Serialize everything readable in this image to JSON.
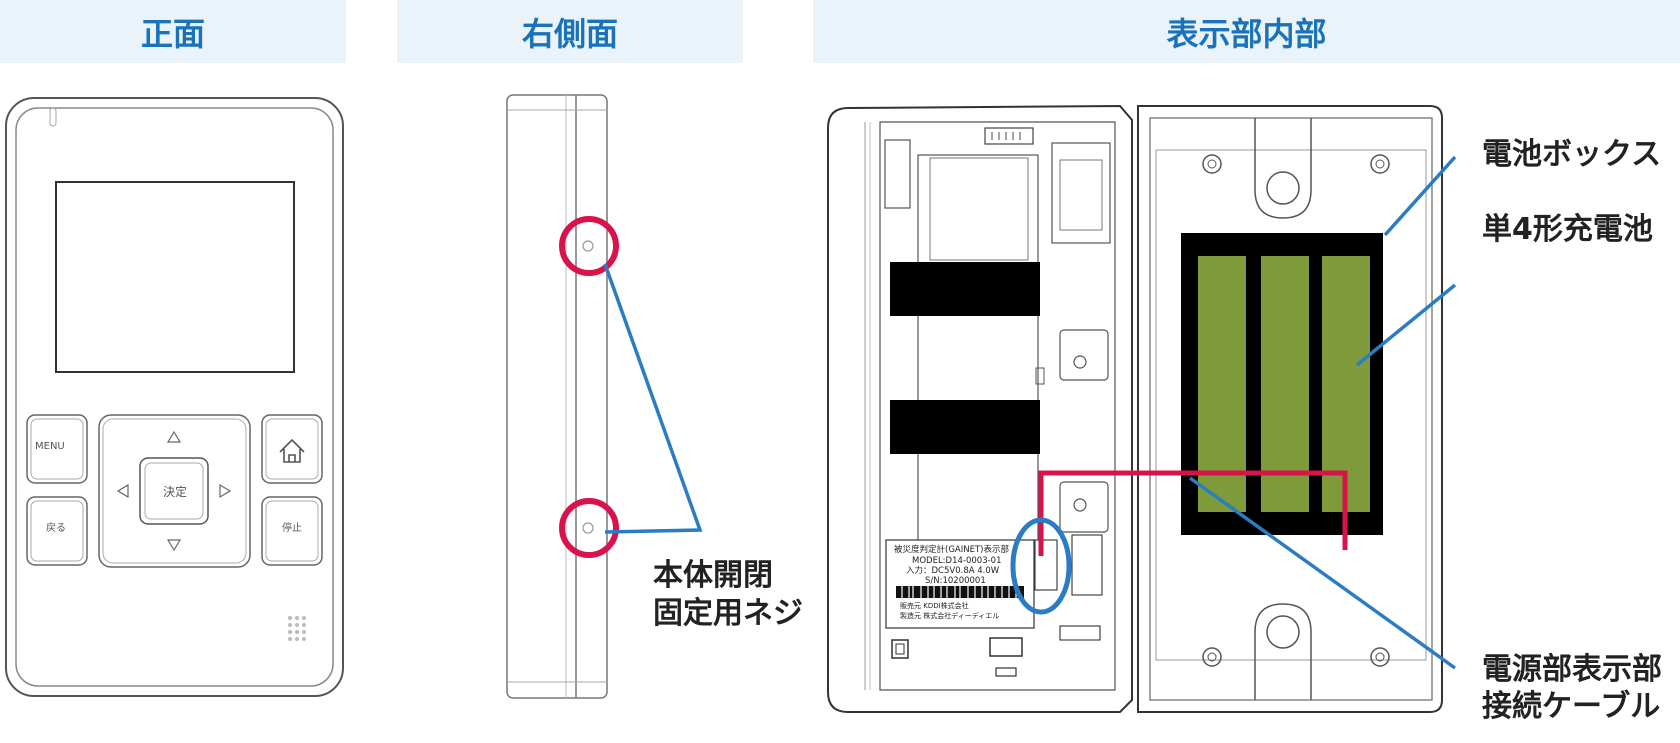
{
  "headers": {
    "front": "正面",
    "right_side": "右側面",
    "interior": "表示部内部"
  },
  "front": {
    "btn_menu": "MENU",
    "btn_back": "戻る",
    "btn_ok": "決定",
    "btn_stop": "停止"
  },
  "side": {
    "screw_label_line1": "本体開閉",
    "screw_label_line2": "固定用ネジ"
  },
  "interior": {
    "label_battery_box": "電池ボックス",
    "label_battery": "単4形充電池",
    "label_cable_line1": "電源部表示部",
    "label_cable_line2": "接続ケーブル",
    "nameplate": {
      "line1": "被災度判定計(GAINET)表示部",
      "line2": "MODEL:D14-0003-01",
      "line3": "入力：DC5V0.8A  4.0W",
      "line4": "S/N:10200001",
      "line5": "販売元  KDDI株式会社",
      "line6": "製造元  株式会社ディーディエル"
    }
  },
  "colors": {
    "header_bg": "#eaf3f9",
    "header_text": "#1a73ba",
    "highlight_red": "#d8134c",
    "pointer_blue": "#2a7cc4",
    "battery_green": "#7e9a3a"
  }
}
